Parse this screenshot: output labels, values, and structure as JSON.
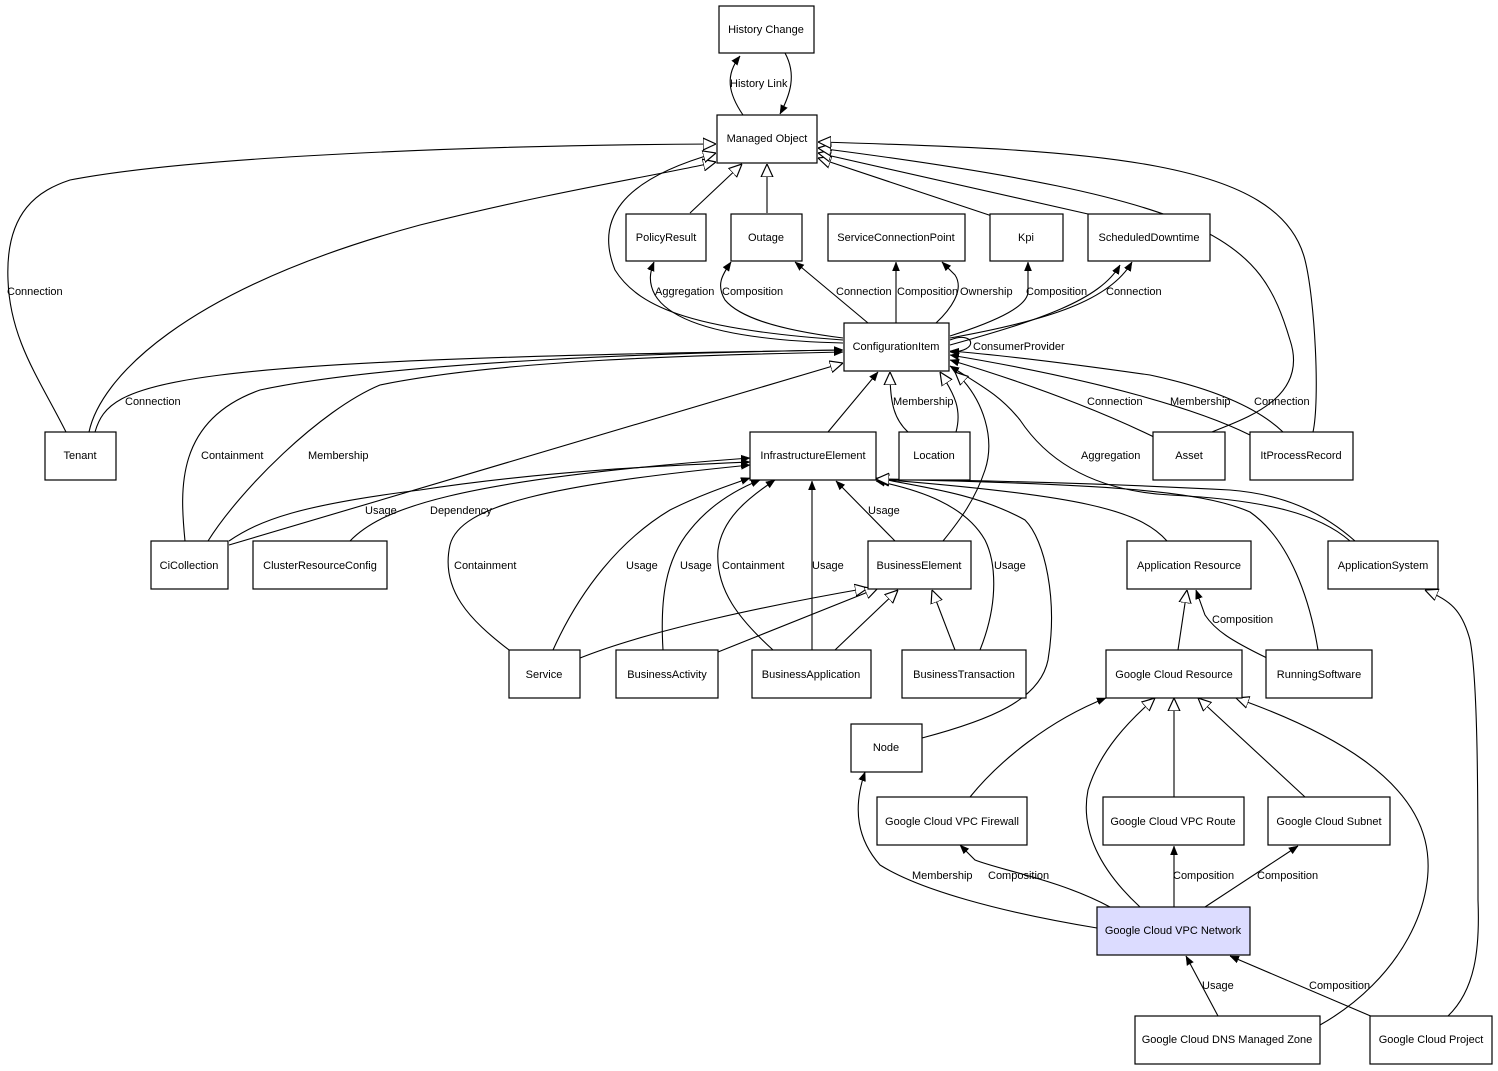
{
  "diagram": {
    "nodes": [
      {
        "id": "history-change",
        "label": "History Change"
      },
      {
        "id": "managed-object",
        "label": "Managed Object"
      },
      {
        "id": "policy-result",
        "label": "PolicyResult"
      },
      {
        "id": "outage",
        "label": "Outage"
      },
      {
        "id": "service-connection-point",
        "label": "ServiceConnectionPoint"
      },
      {
        "id": "kpi",
        "label": "Kpi"
      },
      {
        "id": "scheduled-downtime",
        "label": "ScheduledDowntime"
      },
      {
        "id": "configuration-item",
        "label": "ConfigurationItem"
      },
      {
        "id": "tenant",
        "label": "Tenant"
      },
      {
        "id": "infrastructure-element",
        "label": "InfrastructureElement"
      },
      {
        "id": "location",
        "label": "Location"
      },
      {
        "id": "asset",
        "label": "Asset"
      },
      {
        "id": "it-process-record",
        "label": "ItProcessRecord"
      },
      {
        "id": "ci-collection",
        "label": "CiCollection"
      },
      {
        "id": "cluster-resource-config",
        "label": "ClusterResourceConfig"
      },
      {
        "id": "business-element",
        "label": "BusinessElement"
      },
      {
        "id": "application-resource",
        "label": "Application Resource"
      },
      {
        "id": "application-system",
        "label": "ApplicationSystem"
      },
      {
        "id": "service",
        "label": "Service"
      },
      {
        "id": "business-activity",
        "label": "BusinessActivity"
      },
      {
        "id": "business-application",
        "label": "BusinessApplication"
      },
      {
        "id": "business-transaction",
        "label": "BusinessTransaction"
      },
      {
        "id": "google-cloud-resource",
        "label": "Google Cloud Resource"
      },
      {
        "id": "running-software",
        "label": "RunningSoftware"
      },
      {
        "id": "node",
        "label": "Node"
      },
      {
        "id": "gc-vpc-firewall",
        "label": "Google Cloud VPC Firewall"
      },
      {
        "id": "gc-vpc-route",
        "label": "Google Cloud VPC Route"
      },
      {
        "id": "gc-subnet",
        "label": "Google Cloud Subnet"
      },
      {
        "id": "gc-vpc-network",
        "label": "Google Cloud VPC Network",
        "highlight": true
      },
      {
        "id": "gc-dns-managed-zone",
        "label": "Google Cloud DNS Managed Zone"
      },
      {
        "id": "gc-project",
        "label": "Google Cloud Project"
      }
    ],
    "edges": [
      {
        "id": "e1",
        "label": "History Link",
        "arrow": "normal"
      },
      {
        "id": "e2",
        "label": "",
        "arrow": "normal"
      },
      {
        "id": "e3",
        "label": "",
        "arrow": "hollow"
      },
      {
        "id": "e4",
        "label": "",
        "arrow": "hollow"
      },
      {
        "id": "e5",
        "label": "",
        "arrow": "hollow"
      },
      {
        "id": "e6",
        "label": "",
        "arrow": "hollow"
      },
      {
        "id": "e7",
        "label": "",
        "arrow": "hollow"
      },
      {
        "id": "e8",
        "label": "",
        "arrow": "hollow"
      },
      {
        "id": "e9",
        "label": "",
        "arrow": "hollow"
      },
      {
        "id": "e10",
        "label": "",
        "arrow": "hollow"
      },
      {
        "id": "e11",
        "label": "",
        "arrow": "hollow"
      },
      {
        "id": "e12",
        "label": "Connection",
        "arrow": "normal"
      },
      {
        "id": "e13",
        "label": "Aggregation",
        "arrow": "normal"
      },
      {
        "id": "e14",
        "label": "Composition",
        "arrow": "normal"
      },
      {
        "id": "e15",
        "label": "Connection",
        "arrow": "normal"
      },
      {
        "id": "e16",
        "label": "Composition",
        "arrow": "normal"
      },
      {
        "id": "e17",
        "label": "Ownership",
        "arrow": "normal"
      },
      {
        "id": "e18",
        "label": "Composition",
        "arrow": "normal"
      },
      {
        "id": "e19",
        "label": "Connection",
        "arrow": "normal"
      },
      {
        "id": "e20",
        "label": "ConsumerProvider",
        "arrow": "normal"
      },
      {
        "id": "e21",
        "label": "Connection",
        "arrow": "normal"
      },
      {
        "id": "e22",
        "label": "Containment",
        "arrow": "normal"
      },
      {
        "id": "e23",
        "label": "Membership",
        "arrow": "normal"
      },
      {
        "id": "e24",
        "label": "",
        "arrow": "hollow"
      },
      {
        "id": "e25",
        "label": "Membership",
        "arrow": "normal"
      },
      {
        "id": "e26",
        "label": "",
        "arrow": "hollow"
      },
      {
        "id": "e27",
        "label": "",
        "arrow": "hollow"
      },
      {
        "id": "e28",
        "label": "Connection",
        "arrow": "normal"
      },
      {
        "id": "e29",
        "label": "Membership",
        "arrow": "normal"
      },
      {
        "id": "e30",
        "label": "Connection",
        "arrow": "normal"
      },
      {
        "id": "e31",
        "label": "Aggregation",
        "arrow": "normal"
      },
      {
        "id": "e32",
        "label": "",
        "arrow": "hollow"
      },
      {
        "id": "e33",
        "label": "Usage",
        "arrow": "normal"
      },
      {
        "id": "e34",
        "label": "Dependency",
        "arrow": "normal"
      },
      {
        "id": "e35",
        "label": "Containment",
        "arrow": "normal"
      },
      {
        "id": "e36",
        "label": "Usage",
        "arrow": "normal"
      },
      {
        "id": "e37",
        "label": "Usage",
        "arrow": "normal"
      },
      {
        "id": "e38",
        "label": "Containment",
        "arrow": "normal"
      },
      {
        "id": "e39",
        "label": "Usage",
        "arrow": "normal"
      },
      {
        "id": "e40",
        "label": "Usage",
        "arrow": "normal"
      },
      {
        "id": "e41",
        "label": "Usage",
        "arrow": "normal"
      },
      {
        "id": "e42",
        "label": "",
        "arrow": "hollow"
      },
      {
        "id": "e43",
        "label": "",
        "arrow": "hollow"
      },
      {
        "id": "e44",
        "label": "",
        "arrow": "normal"
      },
      {
        "id": "e45",
        "label": "",
        "arrow": "hollow"
      },
      {
        "id": "e46",
        "label": "",
        "arrow": "hollow"
      },
      {
        "id": "e47",
        "label": "",
        "arrow": "hollow"
      },
      {
        "id": "e48",
        "label": "",
        "arrow": "hollow"
      },
      {
        "id": "e49",
        "label": "",
        "arrow": "hollow"
      },
      {
        "id": "e50",
        "label": "",
        "arrow": "hollow"
      },
      {
        "id": "e51",
        "label": "Composition",
        "arrow": "normal"
      },
      {
        "id": "e52",
        "label": "",
        "arrow": "normal"
      },
      {
        "id": "e53",
        "label": "",
        "arrow": "hollow"
      },
      {
        "id": "e54",
        "label": "",
        "arrow": "hollow"
      },
      {
        "id": "e55",
        "label": "",
        "arrow": "hollow"
      },
      {
        "id": "e56",
        "label": "",
        "arrow": "hollow"
      },
      {
        "id": "e57",
        "label": "Membership",
        "arrow": "normal"
      },
      {
        "id": "e58",
        "label": "Composition",
        "arrow": "normal"
      },
      {
        "id": "e59",
        "label": "Composition",
        "arrow": "normal"
      },
      {
        "id": "e60",
        "label": "Composition",
        "arrow": "normal"
      },
      {
        "id": "e61",
        "label": "",
        "arrow": "hollow"
      },
      {
        "id": "e62",
        "label": "Usage",
        "arrow": "normal"
      },
      {
        "id": "e63",
        "label": "",
        "arrow": "hollow"
      },
      {
        "id": "e64",
        "label": "Composition",
        "arrow": "normal"
      },
      {
        "id": "e65",
        "label": "",
        "arrow": "hollow"
      }
    ]
  }
}
